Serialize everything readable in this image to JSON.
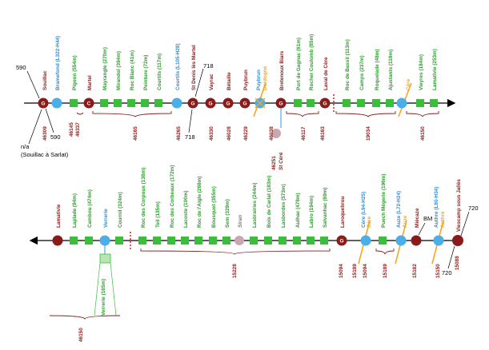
{
  "colors": {
    "halt": "#3bbf3b",
    "station": "#8b1a1a",
    "junction": "#4aaee8",
    "freight": "#c9a7b0",
    "crossing": "#f5a623",
    "code": "#8b1a1a",
    "branch": "#4aaee8"
  },
  "top": {
    "pk_left": "590",
    "pk_left_bottom": "590",
    "pk_right_top": "718",
    "pk_right_bottom": "718",
    "note": "n/a",
    "note2": "(Souillac à Sarlat)",
    "stations": [
      {
        "label": "Souillac",
        "color": "#8b1a1a"
      },
      {
        "label": "Bramefond (L322-H44)",
        "color": "#2a8fd6"
      },
      {
        "label": "Pigeon (554m)",
        "color": "#2e9a2e"
      },
      {
        "label": "Martel",
        "color": "#8b1a1a"
      },
      {
        "label": "Mayrangle (270m)",
        "color": "#2e9a2e"
      },
      {
        "label": "Mirandol (394m)",
        "color": "#2e9a2e"
      },
      {
        "label": "Roc Blanc (41m)",
        "color": "#2e9a2e"
      },
      {
        "label": "Peinture (72m)",
        "color": "#2e9a2e"
      },
      {
        "label": "Courtils (117m)",
        "color": "#2e9a2e"
      },
      {
        "label": "Courtils (L105-H28)",
        "color": "#2a8fd6"
      },
      {
        "label": "St Denis lès Martel",
        "color": "#8b1a1a"
      },
      {
        "label": "Vayrac",
        "color": "#8b1a1a"
      },
      {
        "label": "Bétaille",
        "color": "#8b1a1a"
      },
      {
        "label": "Puybrun",
        "color": "#8b1a1a"
      },
      {
        "label": "Puybrun",
        "color": "#2a8fd6"
      },
      {
        "label": "Dordogne",
        "color": "#f5a623"
      },
      {
        "label": "Bretenoux Biars",
        "color": "#8b1a1a"
      },
      {
        "label": "Port de Gagnac (61m)",
        "color": "#2e9a2e"
      },
      {
        "label": "Rocher Coulomb (85m)",
        "color": "#2e9a2e"
      },
      {
        "label": "Laval de Cère",
        "color": "#8b1a1a"
      },
      {
        "label": "Roc de Bassil (113m)",
        "color": "#2e9a2e"
      },
      {
        "label": "Camps (237m)",
        "color": "#2e9a2e"
      },
      {
        "label": "Roquelade (48m)",
        "color": "#2e9a2e"
      },
      {
        "label": "Ajustants (119m)",
        "color": "#2e9a2e"
      },
      {
        "label": "Cère",
        "color": "#f5a623"
      },
      {
        "label": "Vieyres (184m)",
        "color": "#2e9a2e"
      },
      {
        "label": "Lamativie (253m)",
        "color": "#2e9a2e"
      }
    ],
    "codes": [
      "46309",
      "46145",
      "46337",
      "46165",
      "46265",
      "46330",
      "46028",
      "46229",
      "46038",
      "46117",
      "46163",
      "19034",
      "46150"
    ],
    "branch": {
      "label": "St Céré",
      "code": "46251"
    }
  },
  "bottom": {
    "pk_right_top": "720",
    "pk_right_bottom": "720",
    "bm": "BM",
    "stations": [
      {
        "label": "Lamativie",
        "color": "#8b1a1a"
      },
      {
        "label": "Laplade (94m)",
        "color": "#2e9a2e"
      },
      {
        "label": "Cambou (474m)",
        "color": "#2e9a2e"
      },
      {
        "label": "Verrerie",
        "color": "#2a8fd6"
      },
      {
        "label": "Cournil (324m)",
        "color": "#2e9a2e"
      },
      {
        "label": "Roc des Corpoux (138m)",
        "color": "#2e9a2e"
      },
      {
        "label": "Teil (135m)",
        "color": "#2e9a2e"
      },
      {
        "label": "Roc des Corbeaux (172m)",
        "color": "#2e9a2e"
      },
      {
        "label": "Lacoste (100m)",
        "color": "#2e9a2e"
      },
      {
        "label": "Roc de l'Aigle (268m)",
        "color": "#2e9a2e"
      },
      {
        "label": "Bousquet (355m)",
        "color": "#2e9a2e"
      },
      {
        "label": "Sem (329m)",
        "color": "#2e9a2e"
      },
      {
        "label": "Siran",
        "color": "#7a7a7a"
      },
      {
        "label": "Lasbrairies (244m)",
        "color": "#2e9a2e"
      },
      {
        "label": "Bois de Carlat (183m)",
        "color": "#2e9a2e"
      },
      {
        "label": "Lasbordes (573m)",
        "color": "#2e9a2e"
      },
      {
        "label": "Aulhac (478m)",
        "color": "#2e9a2e"
      },
      {
        "label": "Labro (194m)",
        "color": "#2e9a2e"
      },
      {
        "label": "Salvanhac (69m)",
        "color": "#2e9a2e"
      },
      {
        "label": "Laroquebrou",
        "color": "#8b1a1a"
      },
      {
        "label": "Cère (L94-H25)",
        "color": "#2a8fd6"
      },
      {
        "label": "Cère",
        "color": "#f5a623"
      },
      {
        "label": "Puech Mégerie (196m)",
        "color": "#2e9a2e"
      },
      {
        "label": "Auze (L72-H24)",
        "color": "#2a8fd6"
      },
      {
        "label": "Auze",
        "color": "#f5a623"
      },
      {
        "label": "Miécaze",
        "color": "#8b1a1a"
      },
      {
        "label": "Authre (L80-H34)",
        "color": "#2a8fd6"
      },
      {
        "label": "Authre",
        "color": "#f5a623"
      },
      {
        "label": "Viescamp sous Jallès",
        "color": "#8b1a1a"
      }
    ],
    "branch": {
      "label": "Verrerie (165m)"
    },
    "codes": [
      "46150",
      "15228",
      "15094",
      "15189",
      "15094",
      "15189",
      "15182",
      "15150",
      "15088"
    ]
  }
}
